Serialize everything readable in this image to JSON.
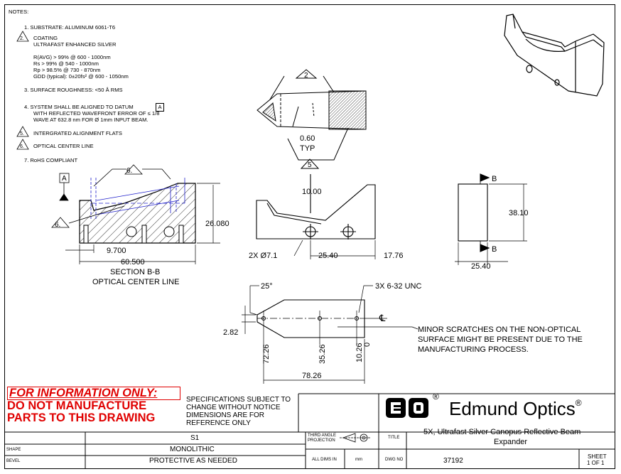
{
  "notes": {
    "heading": "NOTES:",
    "n1": "1.   SUBSTRATE: ALUMINUM 6061-T6",
    "n2_tag": "2.",
    "n2": "COATING",
    "n2b": "ULTRAFAST ENHANCED SILVER",
    "spec1": "R(AVG) > 99% @ 600 - 1000nm",
    "spec2": "Rs > 99% @ 540 - 1000nm",
    "spec3": "Rp > 98.5% @ 730 - 870nm",
    "spec4": "GDD (typical): 0±20fs² @ 600 - 1050nm",
    "n3": "3.   SURFACE ROUGHNESS: <50 Å RMS",
    "n4a": "4.   SYSTEM SHALL BE ALIGNED TO DATUM",
    "n4_datum": "A",
    "n4b": "WITH REFLECTED WAVEFRONT ERROR OF ≤ 1/8",
    "n4c": "WAVE AT 632.8 nm FOR Ø 1mm INPUT BEAM.",
    "n5_tag": "5.",
    "n5": "INTERGRATED ALIGNMENT FLATS",
    "n6_tag": "6.",
    "n6": "OPTICAL CENTER LINE",
    "n7": "7.   RoHS COMPLIANT"
  },
  "drawing": {
    "tag2": "2",
    "tag5": "5",
    "tag6": "6.",
    "datum_a": "A",
    "typ_val": "0.60",
    "typ": "TYP",
    "dim_10": "10.00",
    "dim_26080": "26.080",
    "dim_9700": "9.700",
    "dim_60500": "60.500",
    "section_label": "SECTION B-B",
    "section_sub": "OPTICAL CENTER LINE",
    "dim_hole": "2X Ø7.1",
    "dim_2540a": "25.40",
    "dim_1776": "17.76",
    "dim_3810": "38.10",
    "dim_2540b": "25.40",
    "section_b": "B",
    "angle_25": "25°",
    "thread": "3X 6-32 UNC",
    "cl": "℄",
    "dim_282": "2.82",
    "dim_7226": "72.26",
    "dim_3526": "35.26",
    "dim_1026": "10.26",
    "dim_0": "0",
    "dim_7826": "78.26",
    "scratch1": "MINOR SCRATCHES ON THE NON-OPTICAL",
    "scratch2": "SURFACE MIGHT BE PRESENT DUE TO THE",
    "scratch3": "MANUFACTURING PROCESS."
  },
  "warning": {
    "line1": "FOR INFORMATION ONLY:",
    "line2": "DO NOT MANUFACTURE",
    "line3": "PARTS TO THIS DRAWING",
    "color": "#e00000"
  },
  "spec_notice": {
    "l1": "SPECIFICATIONS SUBJECT TO",
    "l2": "CHANGE WITHOUT NOTICE",
    "l3": "DIMENSIONS ARE FOR",
    "l4": "REFERENCE ONLY"
  },
  "logo": {
    "mark": "EO",
    "reg": "®",
    "name": "Edmund Optics",
    "reg2": "®"
  },
  "title_block": {
    "row1_value": "S1",
    "shape_label": "SHAPE",
    "shape_value": "MONOLITHIC",
    "bevel_label": "BEVEL",
    "bevel_value": "PROTECTIVE AS NEEDED",
    "projection_l1": "THIRD ANGLE",
    "projection_l2": "PROJECTION",
    "title_label": "TITLE",
    "title_l1": "5X, Ultrafast Silver Canopus Reflective Beam",
    "title_l2": "Expander",
    "dims_label": "ALL DIMS IN",
    "dims_value": "mm",
    "dwg_label": "DWG NO",
    "dwg_value": "37192",
    "sheet_label": "SHEET",
    "sheet_value": "1 OF 1"
  }
}
